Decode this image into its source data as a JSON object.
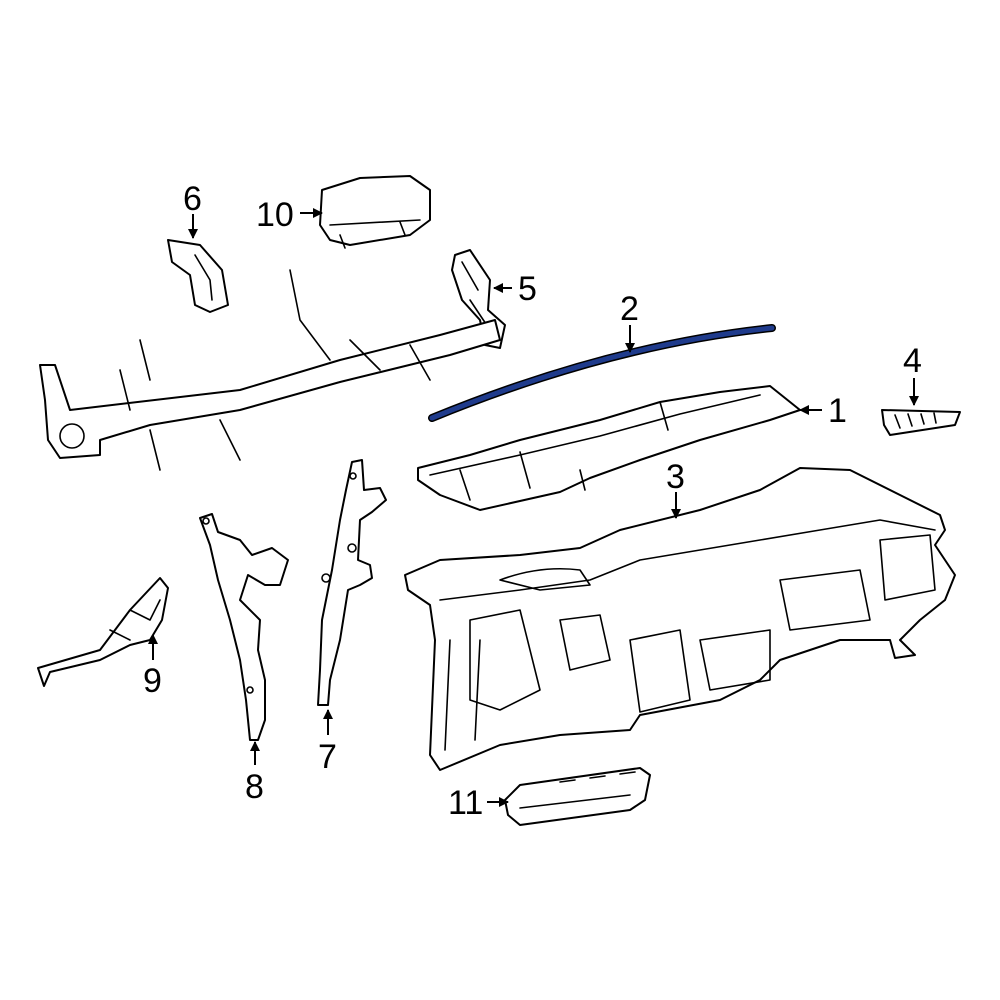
{
  "diagram": {
    "highlight_color": "#1f3b8c",
    "line_color": "#000000",
    "background_color": "#ffffff",
    "callouts": [
      {
        "id": "1",
        "label": "1"
      },
      {
        "id": "2",
        "label": "2"
      },
      {
        "id": "3",
        "label": "3"
      },
      {
        "id": "4",
        "label": "4"
      },
      {
        "id": "5",
        "label": "5"
      },
      {
        "id": "6",
        "label": "6"
      },
      {
        "id": "7",
        "label": "7"
      },
      {
        "id": "8",
        "label": "8"
      },
      {
        "id": "9",
        "label": "9"
      },
      {
        "id": "10",
        "label": "10"
      },
      {
        "id": "11",
        "label": "11"
      }
    ]
  }
}
